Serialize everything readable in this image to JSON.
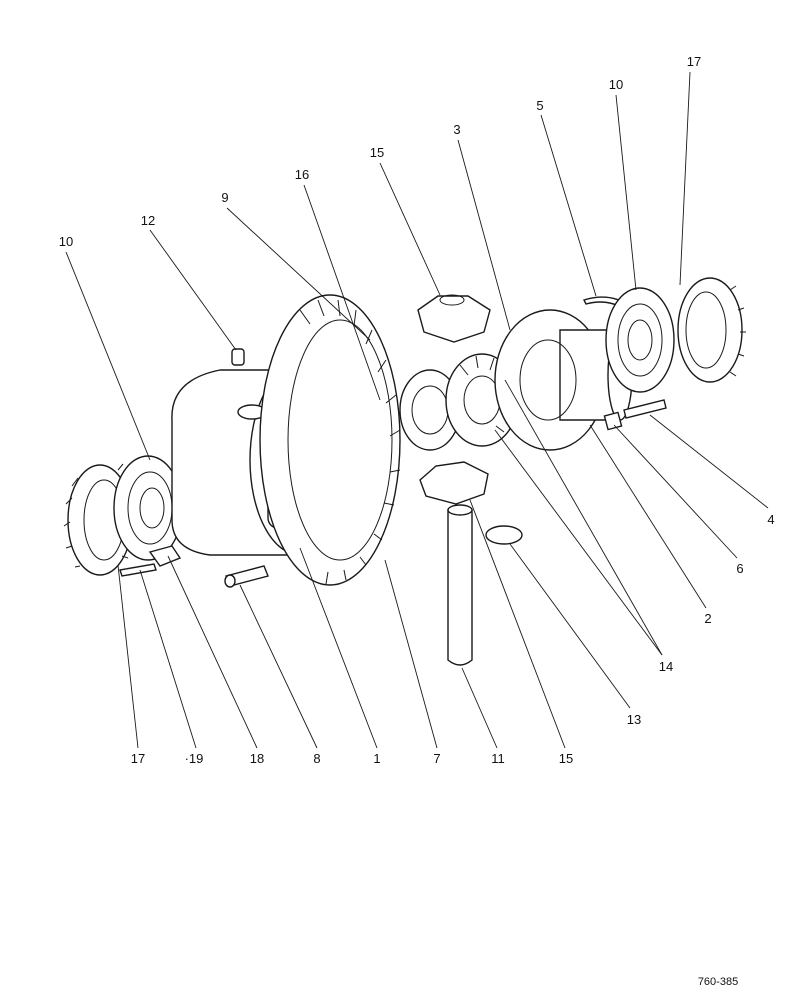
{
  "diagram": {
    "reference": "760-385",
    "callouts": [
      {
        "id": "c-17-top",
        "text": "17"
      },
      {
        "id": "c-10-top",
        "text": "10"
      },
      {
        "id": "c-5",
        "text": "5"
      },
      {
        "id": "c-3",
        "text": "3"
      },
      {
        "id": "c-15-top",
        "text": "15"
      },
      {
        "id": "c-16",
        "text": "16"
      },
      {
        "id": "c-9",
        "text": "9"
      },
      {
        "id": "c-12",
        "text": "12"
      },
      {
        "id": "c-10-left",
        "text": "10"
      },
      {
        "id": "c-4",
        "text": "4"
      },
      {
        "id": "c-6",
        "text": "6"
      },
      {
        "id": "c-2",
        "text": "2"
      },
      {
        "id": "c-14",
        "text": "14"
      },
      {
        "id": "c-13",
        "text": "13"
      },
      {
        "id": "c-17-bottom",
        "text": "17"
      },
      {
        "id": "c-19",
        "text": "·19"
      },
      {
        "id": "c-18",
        "text": "18"
      },
      {
        "id": "c-8",
        "text": "8"
      },
      {
        "id": "c-1",
        "text": "1"
      },
      {
        "id": "c-7",
        "text": "7"
      },
      {
        "id": "c-11",
        "text": "11"
      },
      {
        "id": "c-15-bottom",
        "text": "15"
      }
    ]
  }
}
